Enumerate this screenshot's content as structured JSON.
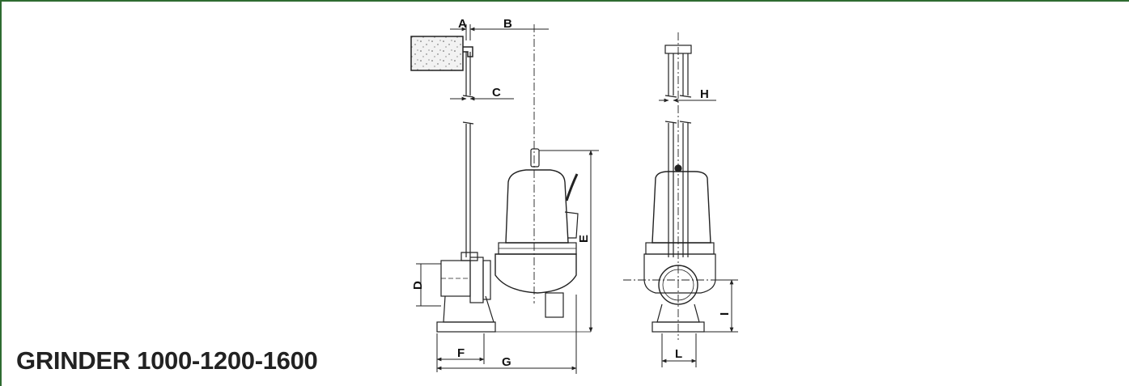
{
  "title": "GRINDER 1000-1200-1600",
  "dimension_labels": {
    "a": "A",
    "b": "B",
    "c": "C",
    "d": "D",
    "e": "E",
    "f": "F",
    "g": "G",
    "h": "H",
    "i": "I",
    "l": "L"
  },
  "colors": {
    "frame": "#2e6b30",
    "line": "#222222"
  }
}
